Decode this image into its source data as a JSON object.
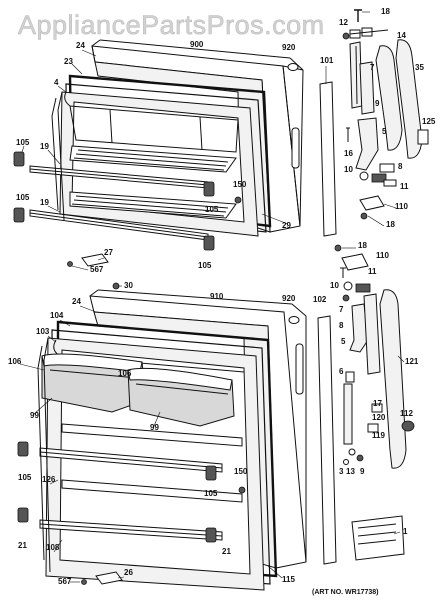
{
  "watermark": "AppliancePartsPros.com",
  "art_number": "(ART NO. WR17738)",
  "labels": {
    "l18a": "18",
    "l12": "12",
    "l14": "14",
    "l900": "900",
    "l920a": "920",
    "l24a": "24",
    "l23": "23",
    "l101": "101",
    "l7a": "7",
    "l35": "35",
    "l4": "4",
    "l9a": "9",
    "l125": "125",
    "l5a": "5",
    "l105a": "105",
    "l19a": "19",
    "l16": "16",
    "l8a": "8",
    "l10a": "10",
    "l150a": "150",
    "l11a": "11",
    "l105b": "105",
    "l19b": "19",
    "l105c": "105",
    "l110a": "110",
    "l29": "29",
    "l18b": "18",
    "l27": "27",
    "l567a": "567",
    "l105d": "105",
    "l18c": "18",
    "l110b": "110",
    "l11b": "11",
    "l30": "30",
    "l910": "910",
    "l920b": "920",
    "l24b": "24",
    "l10b": "10",
    "l102": "102",
    "l104": "104",
    "l7b": "7",
    "l103": "103",
    "l8b": "8",
    "l106a": "106",
    "l5b": "5",
    "l106b": "106",
    "l121": "121",
    "l6": "6",
    "l99a": "99",
    "l99b": "99",
    "l120": "120",
    "l112": "112",
    "l17": "17",
    "l3": "3",
    "l13": "13",
    "l9b": "9",
    "l119": "119",
    "l105e": "105",
    "l126": "126",
    "l150b": "150",
    "l105f": "105",
    "l21a": "21",
    "l108": "108",
    "l21b": "21",
    "l1": "1",
    "l567b": "567",
    "l26": "26",
    "l115": "115"
  }
}
